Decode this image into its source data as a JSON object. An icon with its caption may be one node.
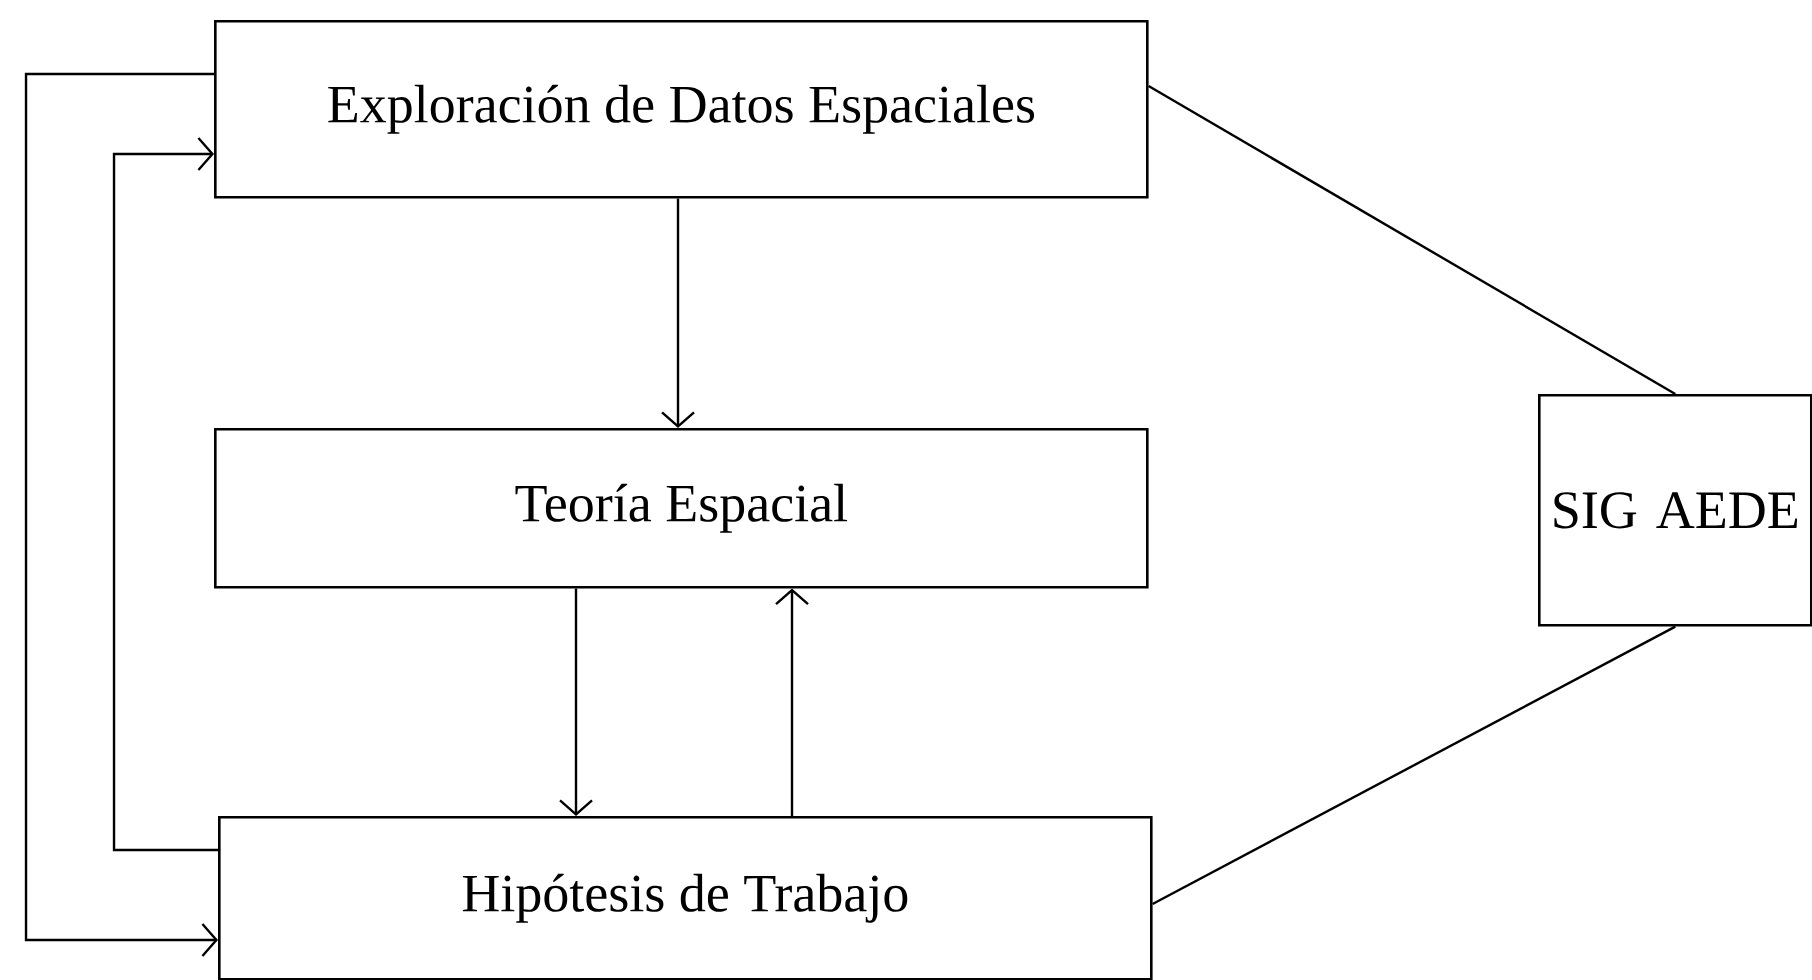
{
  "diagram": {
    "nodes": [
      {
        "text": [
          "Exploración de Datos Espaciales"
        ]
      },
      {
        "text": [
          "Teoría Espacial"
        ]
      },
      {
        "text": [
          "Hipótesis de Trabajo"
        ]
      },
      {
        "text": [
          "SIG AEDE"
        ]
      }
    ],
    "edges": [
      {
        "from": 0,
        "to": 1,
        "arrow": "to"
      },
      {
        "from": 1,
        "to": 2,
        "arrow": "to"
      },
      {
        "from": 2,
        "to": 1,
        "arrow": "to"
      },
      {
        "from": 0,
        "to": 2,
        "arrow": "to"
      },
      {
        "from": 2,
        "to": 0,
        "arrow": "to"
      },
      {
        "from": 0,
        "to": 3,
        "arrow": "none"
      },
      {
        "from": 2,
        "to": 3,
        "arrow": "none"
      }
    ]
  }
}
